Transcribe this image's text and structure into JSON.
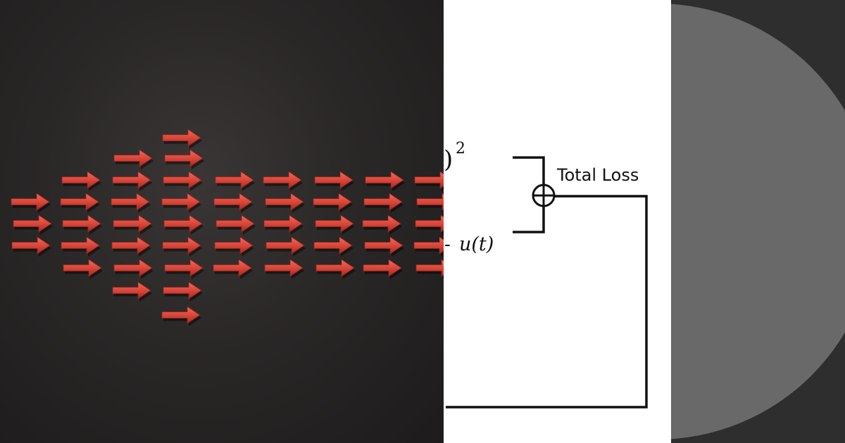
{
  "panels": {
    "photo": {
      "subject": "",
      "arrow_color": "#d9473a"
    },
    "diagram": {
      "exponent": "2",
      "paren_close": ")",
      "minus_term_dash": "-",
      "minus_term": "u(t)",
      "sum_symbol": "⊕",
      "total_loss_label": "Total Loss"
    },
    "grey": {
      "disc_color": "#696969",
      "bg_color": "#2e2e2e"
    }
  }
}
